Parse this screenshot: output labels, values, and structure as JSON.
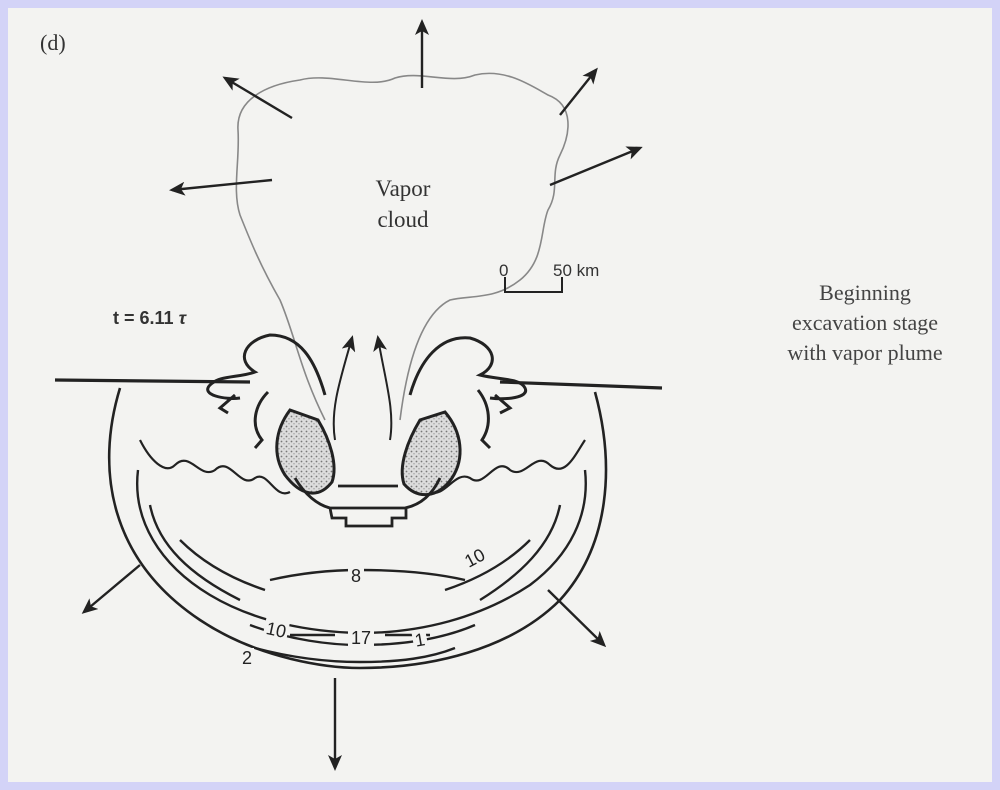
{
  "panel_label": "(d)",
  "time_label": {
    "prefix": "t = 6.11",
    "symbol": "τ"
  },
  "cloud_label_line1": "Vapor",
  "cloud_label_line2": "cloud",
  "scale_bar": {
    "zero": "0",
    "distance": "50 km"
  },
  "caption_lines": [
    "Beginning",
    "excavation stage",
    "with vapor plume"
  ],
  "contour_labels": [
    "8",
    "10",
    "10",
    "17",
    "1",
    "2"
  ],
  "colors": {
    "background": "#d3d3f7",
    "paper": "#f3f3f1",
    "ink": "#222222",
    "cloud_line": "#888888",
    "stipple": "#9a9a9a"
  }
}
